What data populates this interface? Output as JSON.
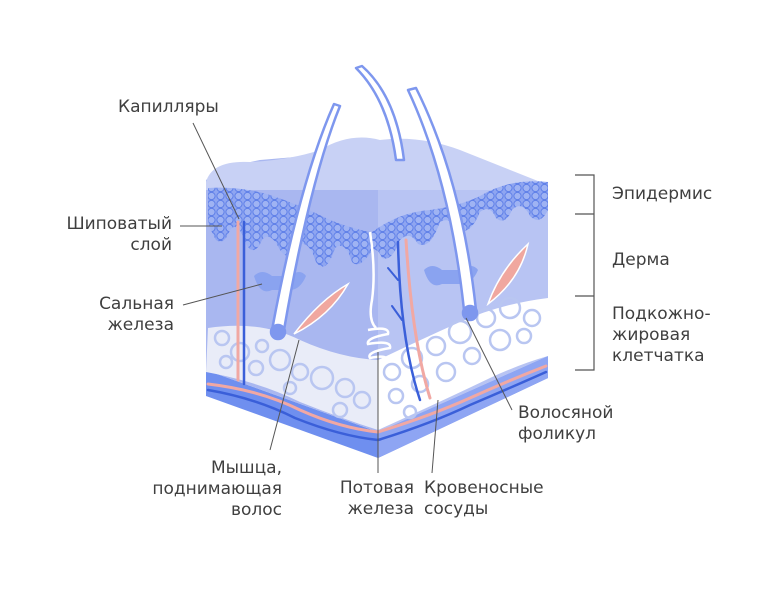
{
  "diagram": {
    "subject": "Skin structure cross-section",
    "colors": {
      "epidermis_top": "#c8d1f5",
      "dermis": "#a9b7f0",
      "dermis_front": "#9fb0ee",
      "spiny_layer": "#6f8cec",
      "fat_layer": "#e9ecf8",
      "fat_circles": "#b9c6f1",
      "bottom_layer": "#6f8fef",
      "bottom_side": "#8ea5f3",
      "hair": "#ffffff",
      "hair_outline": "#7e97ee",
      "artery": "#f1a8a3",
      "vein": "#3a5fd9",
      "muscle": "#f0a79f",
      "gland": "#8aa3f0",
      "leader_line": "#555555",
      "text": "#3f3f3f"
    }
  },
  "labels": {
    "capillaries": "Капилляры",
    "spiny_layer": [
      "Шиповатый",
      "слой"
    ],
    "sebaceous_gland": [
      "Сальная",
      "железа"
    ],
    "muscle": [
      "Мышца,",
      "поднимающая",
      "волос"
    ],
    "sweat_gland": [
      "Потовая",
      "железа"
    ],
    "blood_vessels": [
      "Кровеносные",
      "сосуды"
    ],
    "hair_follicle": [
      "Волосяной",
      "фоликул"
    ]
  },
  "layers": {
    "epidermis": "Эпидермис",
    "dermis": "Дерма",
    "subcutaneous": [
      "Подкожно-",
      "жировая",
      "клетчатка"
    ]
  }
}
